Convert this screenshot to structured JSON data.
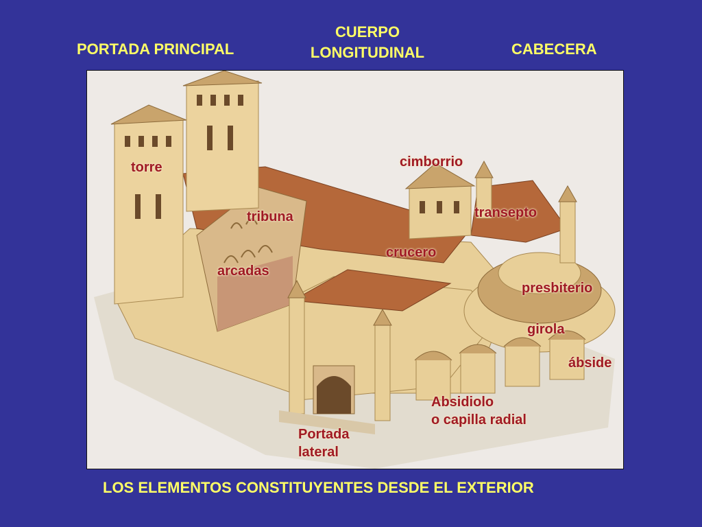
{
  "headers": {
    "portada_principal": "PORTADA PRINCIPAL",
    "cuerpo_longitudinal_1": "CUERPO",
    "cuerpo_longitudinal_2": "LONGITUDINAL",
    "cabecera": "CABECERA"
  },
  "footer": "LOS ELEMENTOS CONSTITUYENTES DESDE EL EXTERIOR",
  "labels": {
    "torre": "torre",
    "tribuna": "tribuna",
    "arcadas": "arcadas",
    "cimborrio": "cimborrio",
    "transepto": "transepto",
    "crucero": "crucero",
    "presbiterio": "presbiterio",
    "girola": "girola",
    "abside": "ábside",
    "absidiolo_1": "Absidiolo",
    "absidiolo_2": "o capilla radial",
    "portada_lateral_1": "Portada",
    "portada_lateral_2": "lateral"
  },
  "colors": {
    "background": "#333399",
    "header_text": "#ffff66",
    "label_text": "#a01a24",
    "stone": "#e8cf98",
    "roof": "#b5683a"
  }
}
